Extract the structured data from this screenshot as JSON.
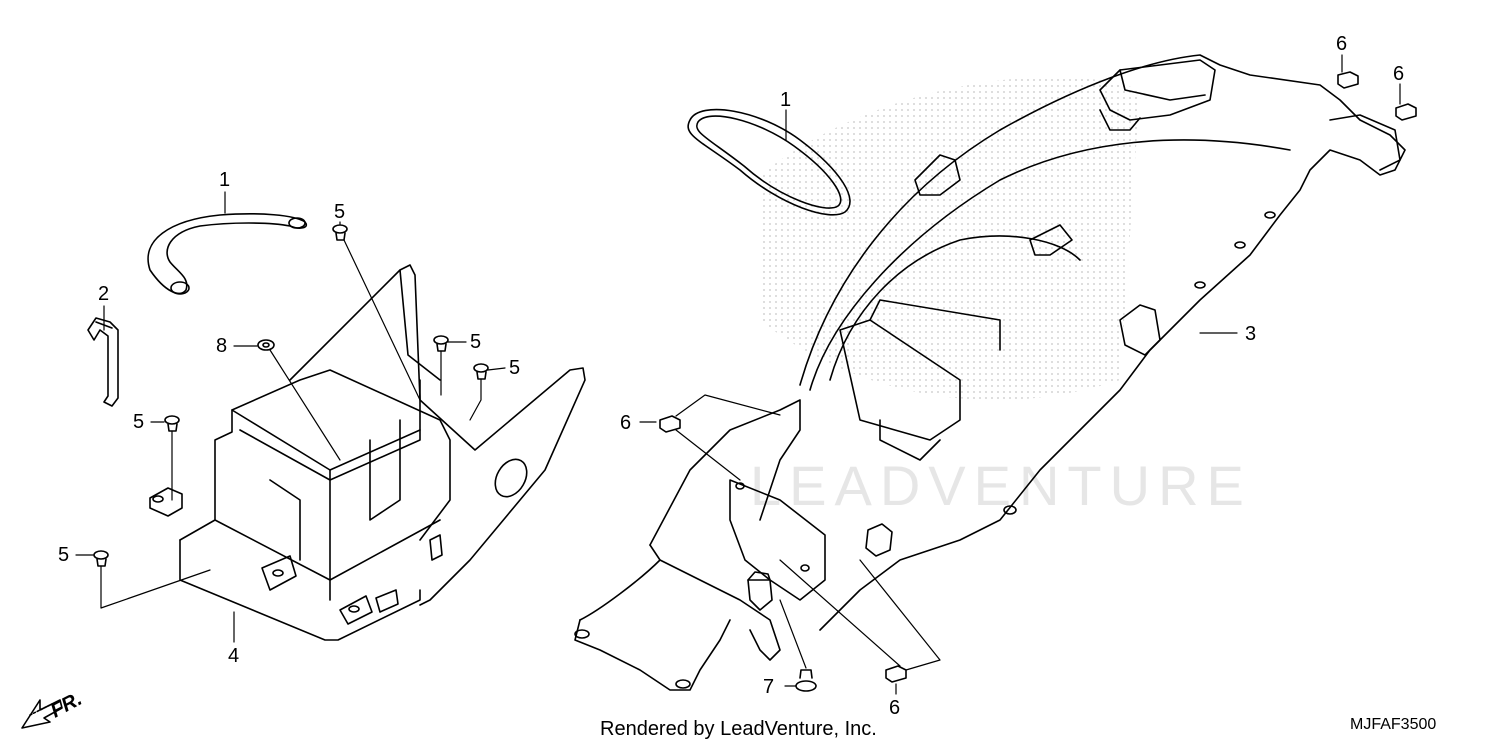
{
  "callouts": {
    "c1_left": "1",
    "c2": "2",
    "c4": "4",
    "c5_top": "5",
    "c5_mid_right": "5",
    "c5_right": "5",
    "c5_left": "5",
    "c5_bottom": "5",
    "c8": "8",
    "c1_right": "1",
    "c3": "3",
    "c6_top_a": "6",
    "c6_top_b": "6",
    "c6_left": "6",
    "c6_bottom": "6",
    "c7": "7"
  },
  "front_indicator": "FR.",
  "footer": {
    "render_credit": "Rendered by LeadVenture, Inc.",
    "part_code": "MJFAF3500"
  },
  "colors": {
    "line": "#000000",
    "watermark": "#cccccc"
  }
}
